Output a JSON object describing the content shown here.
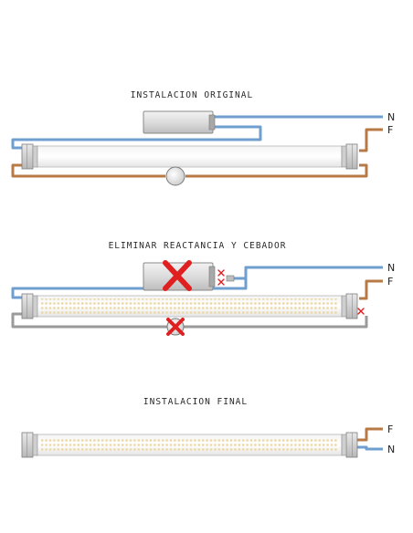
{
  "sections": [
    {
      "title": "INSTALACION ORIGINAL",
      "labels": [
        "N",
        "F"
      ]
    },
    {
      "title": "ELIMINAR REACTANCIA Y CEBADOR",
      "labels": [
        "N",
        "F"
      ]
    },
    {
      "title": "INSTALACION FINAL",
      "labels": [
        "F",
        "N"
      ]
    }
  ],
  "colors": {
    "neutral_wire": "#6f9fcf",
    "phase_wire": "#b87a45",
    "bridge_wire": "#9a9a9a",
    "remove_mark": "#e02020",
    "led": "#ecd9a8"
  }
}
